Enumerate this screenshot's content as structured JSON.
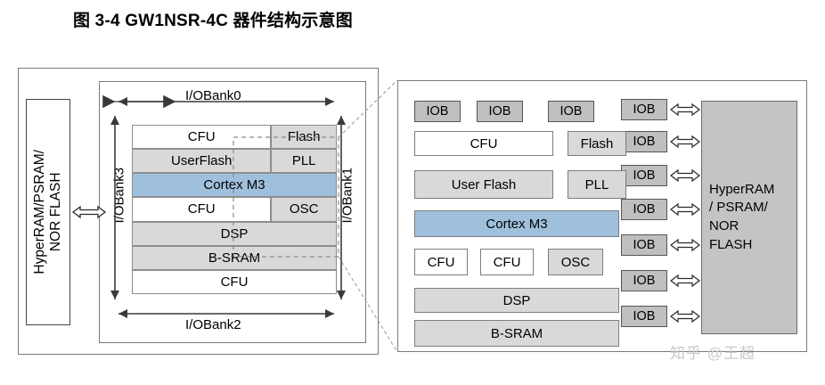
{
  "figure": {
    "title": "图 3-4 GW1NSR-4C 器件结构示意图"
  },
  "left_panel": {
    "external_memory": {
      "line1": "HyperRAM/PSRAM/",
      "line2": "NOR FLASH"
    },
    "bank_labels": {
      "top": "I/OBank0",
      "bottom": "I/OBank2",
      "left": "I/OBank3",
      "right": "I/OBank1"
    },
    "stack_rows": [
      {
        "cells": [
          {
            "label": "CFU",
            "fill": "white",
            "width": 68
          },
          {
            "label": "Flash",
            "fill": "gray",
            "width": 32
          }
        ]
      },
      {
        "cells": [
          {
            "label": "UserFlash",
            "fill": "gray",
            "width": 68
          },
          {
            "label": "PLL",
            "fill": "gray",
            "width": 32
          }
        ]
      },
      {
        "cells": [
          {
            "label": "Cortex M3",
            "fill": "blue",
            "width": 100
          }
        ]
      },
      {
        "cells": [
          {
            "label": "CFU",
            "fill": "white",
            "width": 68
          },
          {
            "label": "OSC",
            "fill": "gray",
            "width": 32
          }
        ]
      },
      {
        "cells": [
          {
            "label": "DSP",
            "fill": "gray",
            "width": 100
          }
        ]
      },
      {
        "cells": [
          {
            "label": "B-SRAM",
            "fill": "gray",
            "width": 100
          }
        ]
      },
      {
        "cells": [
          {
            "label": "CFU",
            "fill": "white",
            "width": 100
          }
        ]
      }
    ]
  },
  "right_panel": {
    "top_iobs": [
      "IOB",
      "IOB",
      "IOB"
    ],
    "side_iobs": [
      "IOB",
      "IOB",
      "IOB",
      "IOB",
      "IOB",
      "IOB",
      "IOB"
    ],
    "blocks": [
      {
        "label": "CFU",
        "fill": "white"
      },
      {
        "label": "Flash",
        "fill": "gray"
      },
      {
        "label": "User Flash",
        "fill": "gray"
      },
      {
        "label": "PLL",
        "fill": "gray"
      },
      {
        "label": "Cortex M3",
        "fill": "blue"
      },
      {
        "label": "CFU",
        "fill": "white"
      },
      {
        "label": "CFU",
        "fill": "white"
      },
      {
        "label": "OSC",
        "fill": "gray"
      },
      {
        "label": "DSP",
        "fill": "gray"
      },
      {
        "label": "B-SRAM",
        "fill": "gray"
      }
    ],
    "external_memory": {
      "line1": "HyperRAM",
      "line2": "/ PSRAM/",
      "line3": "NOR",
      "line4": "FLASH"
    }
  },
  "watermark": {
    "text": "知乎 @王超"
  },
  "colors": {
    "accent_blue": "#9fc0dc",
    "light_gray": "#d9d9d9",
    "iob_gray": "#bfbfbf",
    "memory_gray": "#c4c4c4",
    "border": "#7a7a7a"
  }
}
